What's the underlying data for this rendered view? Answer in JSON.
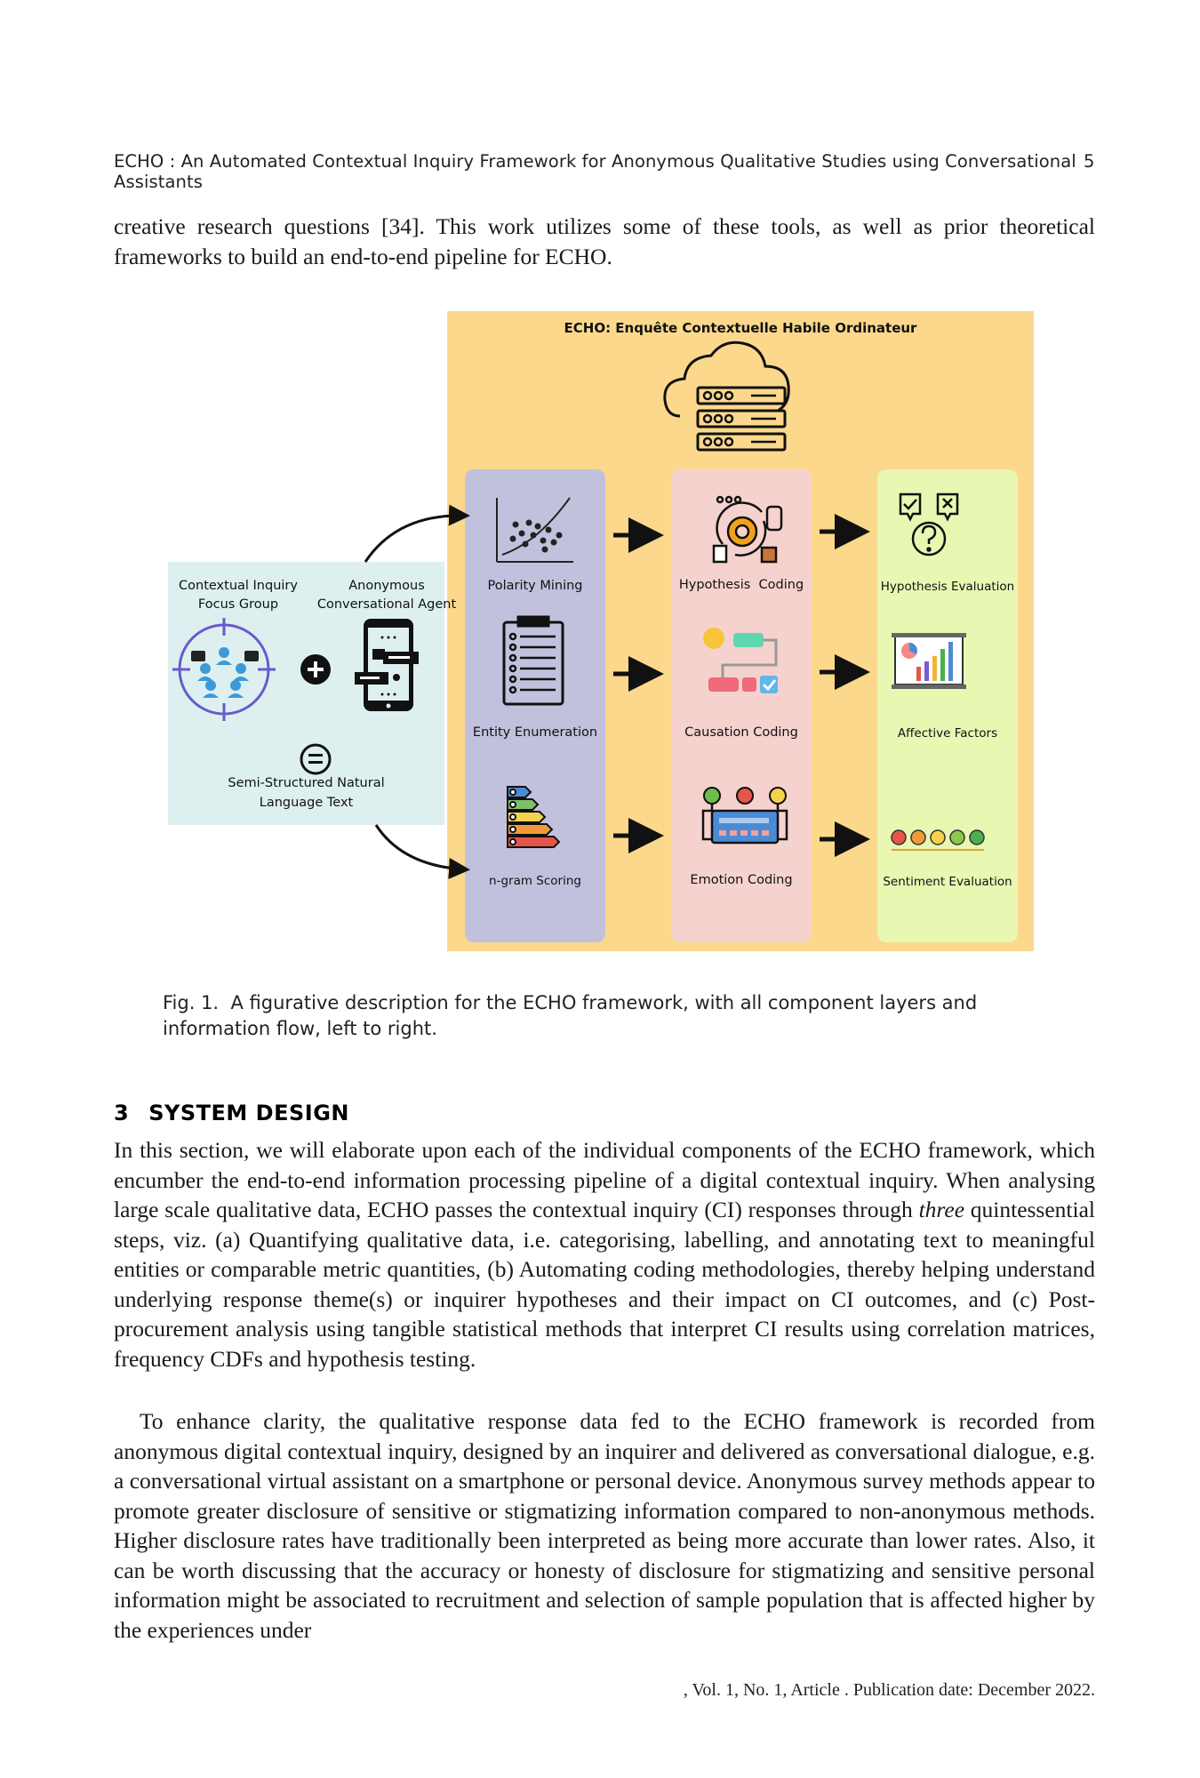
{
  "header": {
    "running_title": "ECHO : An Automated Contextual Inquiry Framework for Anonymous Qualitative Studies using Conversational Assistants",
    "page_number": "5"
  },
  "intro_paragraph": "creative research questions [34]. This work utilizes some of these tools, as well as prior theoretical frameworks to build an end-to-end pipeline for ECHO.",
  "figure": {
    "panel_title": "ECHO: Enquête Contextuelle Habile Ordinateur",
    "inputs": {
      "focus_group_line1": "Contextual Inquiry",
      "focus_group_line2": "Focus Group",
      "agent_line1": "Anonymous",
      "agent_line2": "Conversational Agent",
      "output_line1": "Semi-Structured Natural",
      "output_line2": "Language Text"
    },
    "layer1": [
      "Polarity Mining",
      "Entity Enumeration",
      "n-gram Scoring"
    ],
    "layer2": [
      "Hypothesis  Coding",
      "Causation Coding",
      "Emotion Coding"
    ],
    "layer3": [
      "Hypothesis Evaluation",
      "Affective Factors",
      "Sentiment Evaluation"
    ],
    "colors": {
      "echo_panel": "#fcd88c",
      "input_panel": "#ddf0ef",
      "layer1": "#c2c1dd",
      "layer2": "#f6d2ce",
      "layer3": "#e8f7b2"
    },
    "icons": [
      "cloud-server-icon",
      "people-target-icon",
      "plus-icon",
      "smartphone-chat-icon",
      "equals-icon",
      "scatter-plot-icon",
      "clipboard-list-icon",
      "bar-levels-icon",
      "gear-chart-icon",
      "flowchart-icon",
      "emotion-board-icon",
      "question-checklist-icon",
      "presentation-chart-icon",
      "sentiment-faces-icon"
    ]
  },
  "caption": {
    "label": "Fig. 1.",
    "text": "A figurative description for the ECHO framework, with all component layers and information flow, left to right."
  },
  "section": {
    "number": "3",
    "title": "SYSTEM DESIGN",
    "p1_before": "In this section, we will elaborate upon each of the individual components of the ECHO framework, which encumber the end-to-end information processing pipeline of a digital contextual inquiry. When analysing large scale qualitative data, ECHO passes the contextual inquiry (CI) responses through ",
    "p1_em": "three",
    "p1_after": " quintessential steps, viz. (a) Quantifying qualitative data, i.e. categorising, labelling, and annotating text to meaningful entities or comparable metric quantities, (b) Automating coding methodologies, thereby helping understand underlying response theme(s) or inquirer hypotheses and their impact on CI outcomes, and (c) Post-procurement analysis using tangible statistical methods that interpret CI results using correlation matrices, frequency CDFs and hypothesis testing.",
    "p2": "To enhance clarity, the qualitative response data fed to the ECHO framework is recorded from anonymous digital contextual inquiry, designed by an inquirer and delivered as conversational dialogue, e.g. a conversational virtual assistant on a smartphone or personal device. Anonymous survey methods appear to promote greater disclosure of sensitive or stigmatizing information compared to non-anonymous methods. Higher disclosure rates have traditionally been interpreted as being more accurate than lower rates. Also, it can be worth discussing that the accuracy or honesty of disclosure for stigmatizing and sensitive personal information might be associated to recruitment and selection of sample population that is affected higher by the experiences under"
  },
  "footer": ", Vol. 1, No. 1, Article . Publication date: December 2022."
}
